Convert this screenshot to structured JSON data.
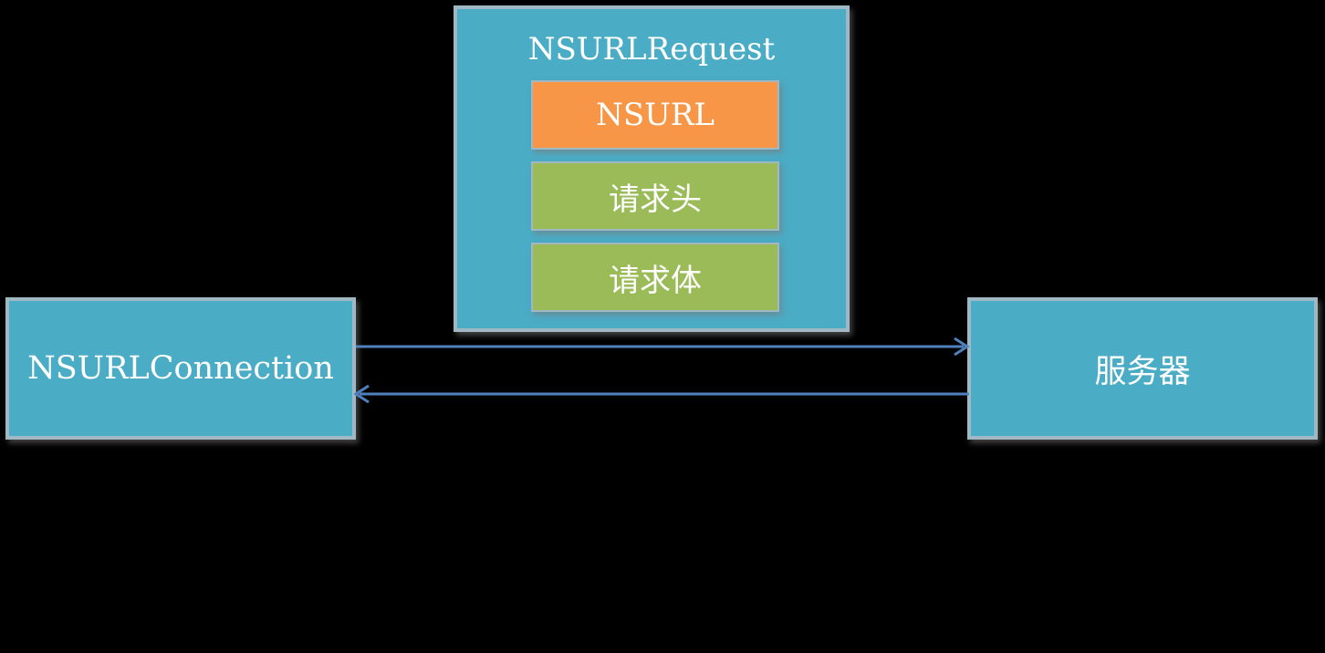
{
  "request": {
    "title": "NSURLRequest",
    "url_label": "NSURL",
    "header_label": "请求头",
    "body_label": "请求体"
  },
  "connection": {
    "label": "NSURLConnection"
  },
  "server": {
    "label": "服务器"
  },
  "colors": {
    "background": "#000000",
    "blue": "#4bacc6",
    "orange": "#f79646",
    "green": "#9bbb59",
    "arrow": "#4f81bd"
  }
}
